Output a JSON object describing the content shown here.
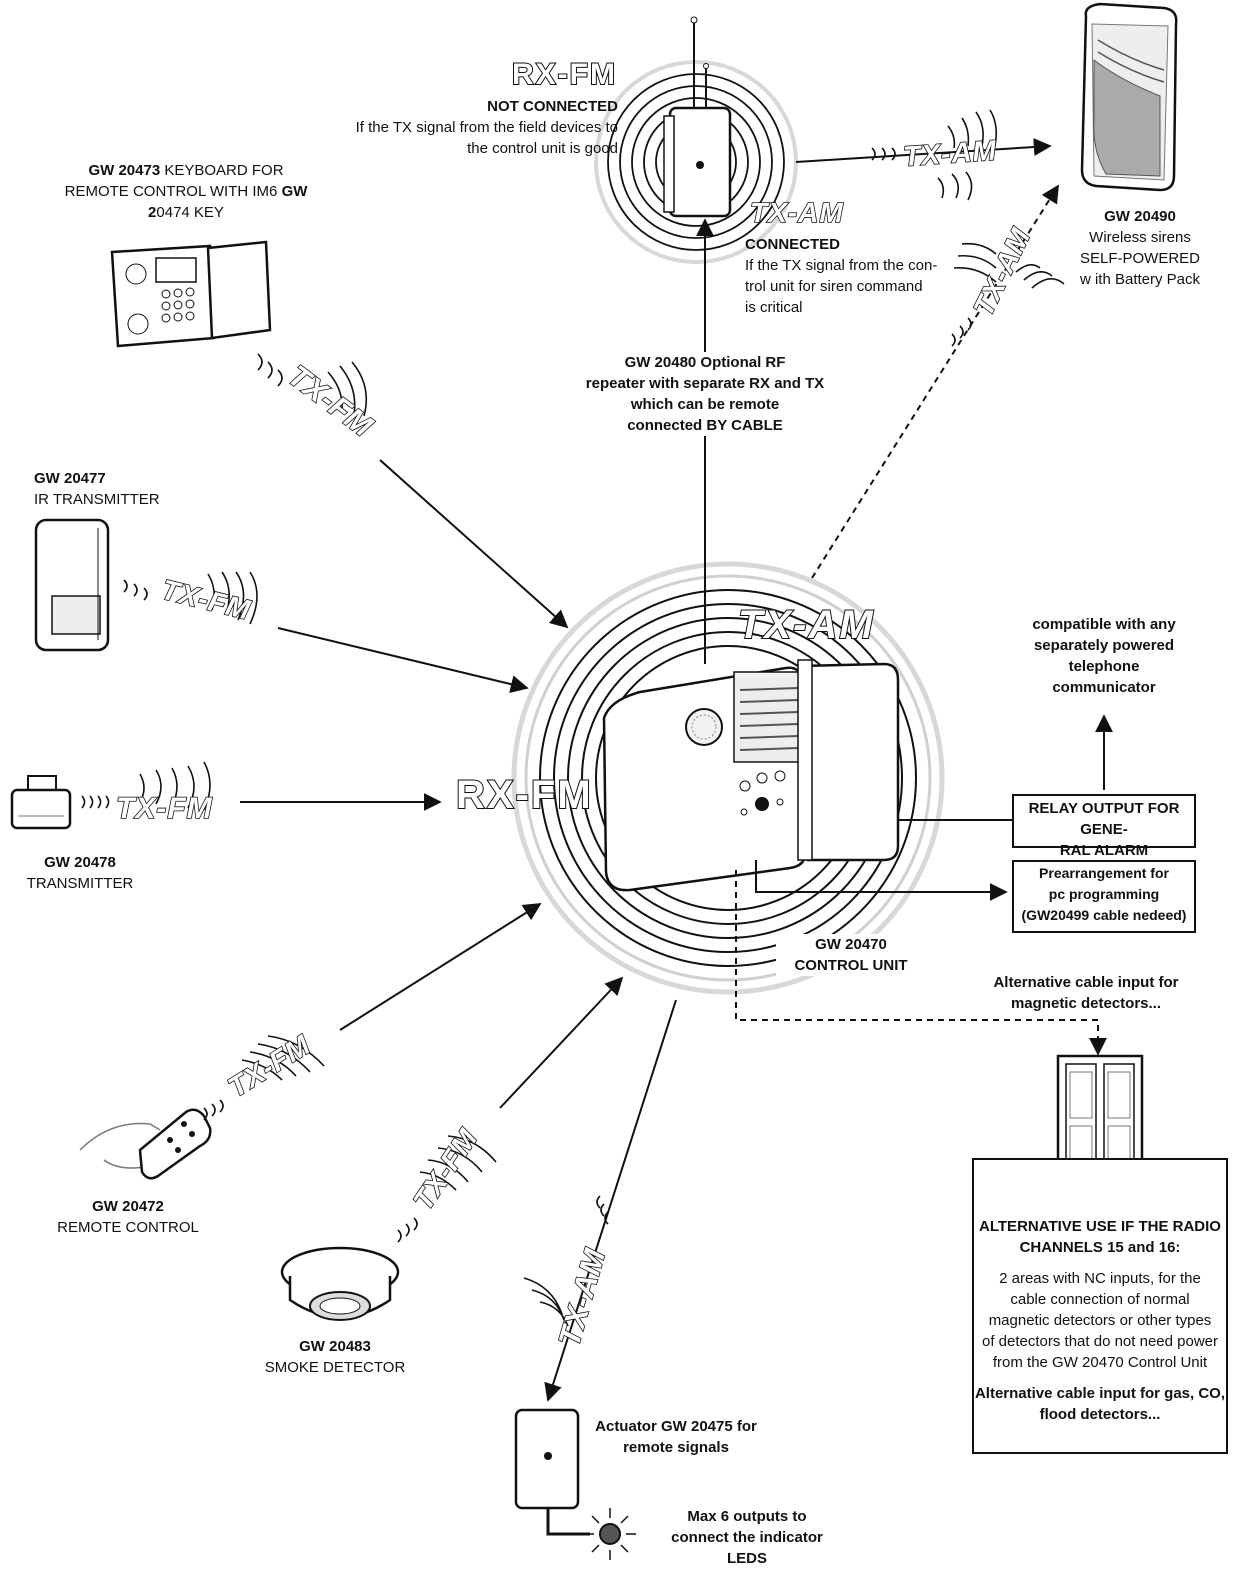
{
  "signals": {
    "tx_fm": "TX-FM",
    "tx_am": "TX-AM",
    "rx_fm": "RX-FM"
  },
  "repeater": {
    "title": "RX-FM",
    "not_connected_title": "NOT CONNECTED",
    "not_connected_line1": "If the TX signal from the field devices to",
    "not_connected_line2": "the control unit is good",
    "tx_am_title": "TX-AM",
    "connected_title": "CONNECTED",
    "connected_line1": "If the TX signal from the con-",
    "connected_line2": "trol unit for siren command",
    "connected_line3": "is critical",
    "caption_line1": "GW 20480 Optional RF",
    "caption_line2": "repeater with separate RX and TX",
    "caption_line3": "which can be remote",
    "caption_line4": "connected BY CABLE"
  },
  "keyboard": {
    "code1": "GW 20473",
    "text1": " KEYBOARD FOR",
    "line2": "REMOTE CONTROL WITH IM6 ",
    "code2a": "GW",
    "code2b": "2",
    "line3": "0474 KEY"
  },
  "ir_transmitter": {
    "code": "GW 20477",
    "name": "IR TRANSMITTER"
  },
  "transmitter": {
    "code": "GW 20478",
    "name": "TRANSMITTER"
  },
  "remote_control": {
    "code": "GW 20472",
    "name": "REMOTE CONTROL"
  },
  "smoke": {
    "code": "GW 20483",
    "name": "SMOKE DETECTOR"
  },
  "siren": {
    "code": "GW 20490",
    "line1": "Wireless sirens",
    "line2": "SELF-POWERED",
    "line3": "w ith Battery Pack"
  },
  "control_unit": {
    "code": "GW 20470",
    "name": "CONTROL UNIT"
  },
  "communicator": {
    "line1": "compatible with any",
    "line2": "separately powered",
    "line3": "telephone",
    "line4": "communicator"
  },
  "relay": {
    "line1": "RELAY OUTPUT FOR GENE-",
    "line2": "RAL ALARM"
  },
  "pc": {
    "line1": "Prearrangement for",
    "line2": "pc programming",
    "line3": "(GW20499 cable nedeed)"
  },
  "alt_cable": {
    "line1": "Alternative cable input for",
    "line2": "magnetic detectors..."
  },
  "alt_use": {
    "title1": "ALTERNATIVE USE IF THE RADIO",
    "title2": "CHANNELS 15 and 16:",
    "body1": "2 areas with NC inputs, for the",
    "body2": "cable connection of normal",
    "body3": "magnetic detectors or other types",
    "body4": "of detectors that do not need power",
    "body5": "from the GW 20470 Control Unit",
    "foot1": "Alternative cable input for gas, CO,",
    "foot2": "flood detectors..."
  },
  "actuator": {
    "line1": "Actuator GW 20475 for",
    "line2": "remote signals",
    "out1": "Max 6 outputs to",
    "out2": "connect the indicator",
    "out3": "LEDS"
  }
}
